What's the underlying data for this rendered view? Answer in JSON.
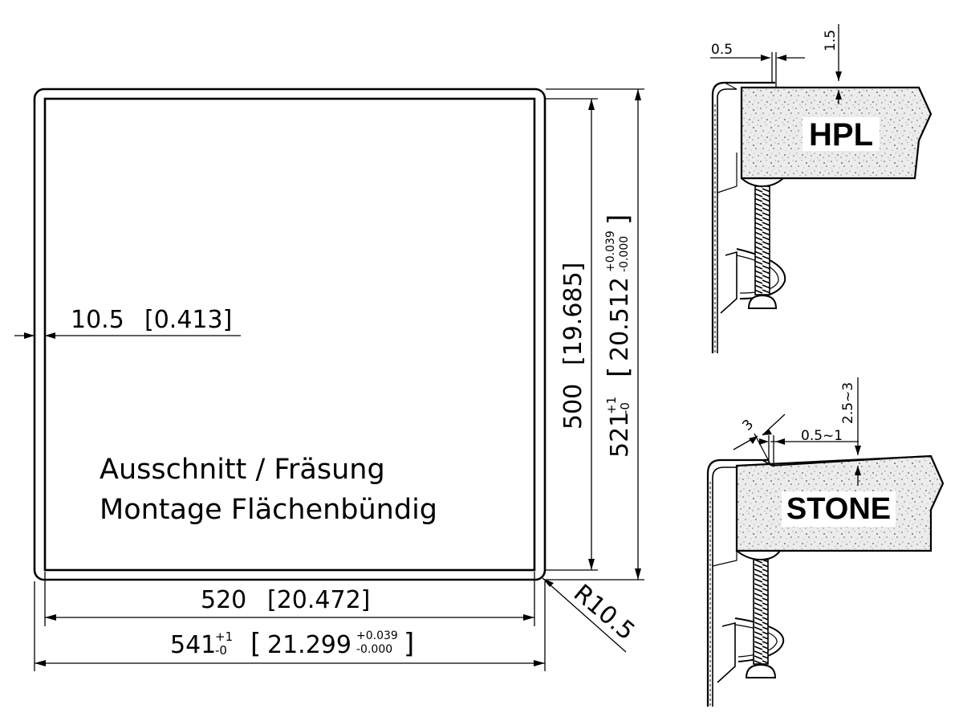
{
  "main_drawing": {
    "inner_width": "520",
    "inner_width_in": "[20.472]",
    "outer_width": "541",
    "outer_width_tol_upper": "+1",
    "outer_width_tol_lower": "-0",
    "outer_width_in": "21.299",
    "outer_width_in_tol_upper": "+0.039",
    "outer_width_in_tol_lower": "-0.000",
    "inner_height": "500",
    "inner_height_in": "[19.685]",
    "outer_height": "521",
    "outer_height_tol_upper": "+1",
    "outer_height_tol_lower": "-0",
    "outer_height_in": "20.512",
    "outer_height_in_tol_upper": "+0.039",
    "outer_height_in_tol_lower": "-0.000",
    "offset": "10.5",
    "offset_in": "[0.413]",
    "radius": "R10.5",
    "caption_line1": "Ausschnitt / Fräsung",
    "caption_line2": "Montage Flächenbündig"
  },
  "detail_hpl": {
    "material": "HPL",
    "gap": "0.5",
    "step": "1.5"
  },
  "detail_stone": {
    "material": "STONE",
    "chamfer": "3",
    "gap": "0.5~1",
    "step": "2.5~3"
  }
}
